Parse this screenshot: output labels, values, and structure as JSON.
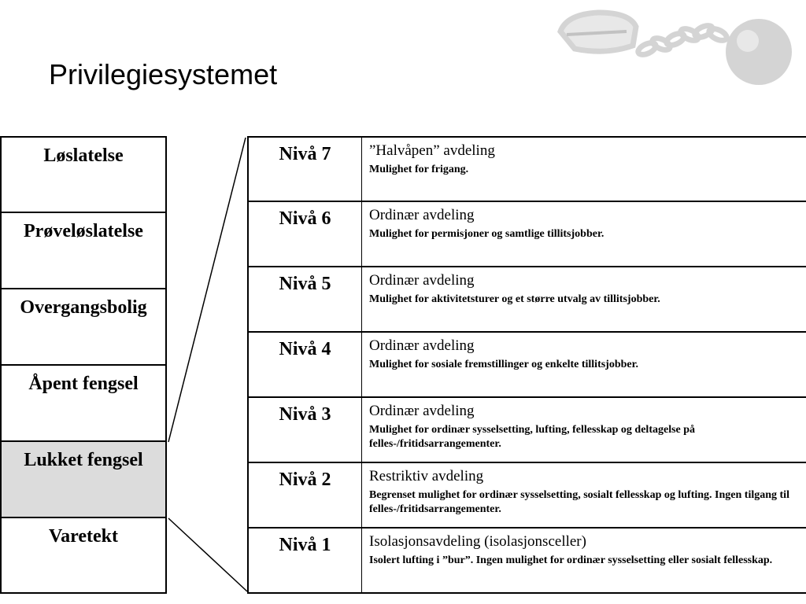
{
  "title": "Privilegiesystemet",
  "left_column": [
    {
      "label": "Løslatelse",
      "highlighted": false
    },
    {
      "label": "Prøveløslatelse",
      "highlighted": false
    },
    {
      "label": "Overgangsbolig",
      "highlighted": false
    },
    {
      "label": "Åpent fengsel",
      "highlighted": false
    },
    {
      "label": "Lukket fengsel",
      "highlighted": true
    },
    {
      "label": "Varetekt",
      "highlighted": false
    }
  ],
  "levels": [
    {
      "level": "Nivå 7",
      "heading": "”Halvåpen” avdeling",
      "detail": "Mulighet for frigang."
    },
    {
      "level": "Nivå 6",
      "heading": "Ordinær avdeling",
      "detail": "Mulighet for permisjoner og samtlige tillitsjobber."
    },
    {
      "level": "Nivå 5",
      "heading": "Ordinær avdeling",
      "detail": "Mulighet for aktivitetsturer og et større utvalg av tillitsjobber."
    },
    {
      "level": "Nivå 4",
      "heading": "Ordinær avdeling",
      "detail": "Mulighet for sosiale fremstillinger og enkelte tillitsjobber."
    },
    {
      "level": "Nivå 3",
      "heading": "Ordinær avdeling",
      "detail": "Mulighet for ordinær sysselsetting, lufting, fellesskap og deltagelse på felles-/fritidsarrangementer."
    },
    {
      "level": "Nivå 2",
      "heading": "Restriktiv avdeling",
      "detail": "Begrenset mulighet for ordinær sysselsetting, sosialt fellesskap og lufting. Ingen tilgang til felles-/fritidsarrangementer."
    },
    {
      "level": "Nivå 1",
      "heading": "Isolasjonsavdeling (isolasjonsceller)",
      "detail": "Isolert lufting i ”bur”. Ingen mulighet for ordinær sysselsetting eller sosialt fellesskap."
    }
  ],
  "colors": {
    "highlight": "#dcdcdc",
    "border": "#000000",
    "art": "#c8c8c8"
  },
  "decoration": "ball-and-chain-icon"
}
